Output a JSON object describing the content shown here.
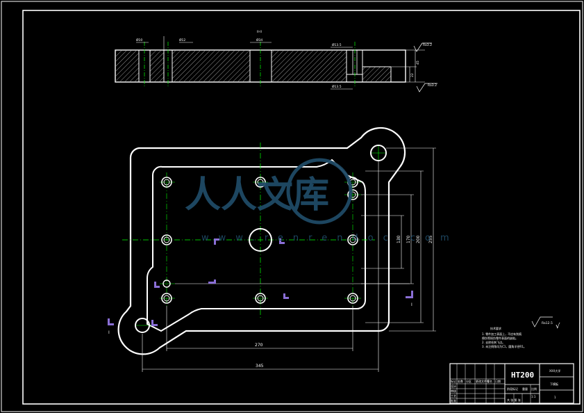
{
  "drawing": {
    "section_label": "II-II",
    "section_marks": [
      "I",
      "I"
    ],
    "dimensions": {
      "overall_width": "345",
      "hole_spacing": "270",
      "height_overall": "255",
      "height_a": "200",
      "height_b": "170",
      "height_c": "130",
      "thickness_a": "45",
      "thickness_b": "22",
      "top_bore": "Ø34",
      "counterbore": "Ø13.5",
      "hole_bottom": "Ø13.5",
      "left_hole_a": "Ø10",
      "left_hole_b": "Ø12"
    },
    "roughness_top": "Ra3.2",
    "roughness_bottom": "Ra3.2",
    "roughness_general": "Ra12.5"
  },
  "notes": {
    "heading": "技术要求",
    "lines": [
      "1. 零件加工表面上，不应有划痕",
      "   擦伤等损伤零件表面的缺陷。",
      "2. 去除毛刺飞边。",
      "3. 未注倒角均为C1，圆角半径R1。"
    ]
  },
  "title_block": {
    "part_code": "HT200",
    "school": "XXX大学",
    "part_name": "下模板",
    "scale_label": "比例",
    "weight_label": "重量",
    "sheet": "1:1",
    "rows": [
      "标记",
      "处数",
      "分区",
      "更改文件号",
      "签名",
      "日期"
    ],
    "designer_label": "设计",
    "checker_label": "审核",
    "process_label": "工艺",
    "approve_label": "批准",
    "stage_label": "阶段标记",
    "sheet_count": "共 张 第 张"
  },
  "watermark": {
    "text": "人人文库",
    "url": "www.renrendoc.com"
  },
  "colors": {
    "background": "#000000",
    "line": "#ffffff",
    "center": "#00ff00",
    "accent": "#8a6fd6",
    "watermark": "#1f4a66"
  }
}
